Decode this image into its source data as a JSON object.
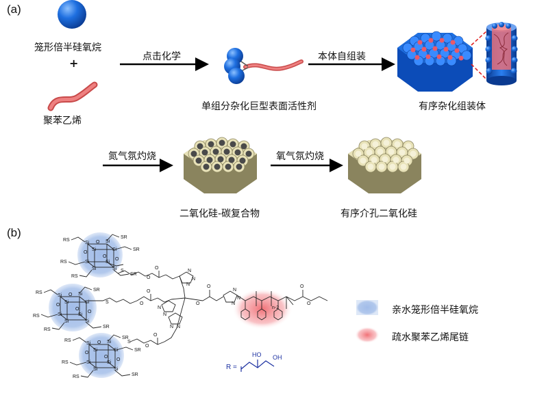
{
  "panel_a": {
    "label": "(a)",
    "poss_label": "笼形倍半硅氧烷",
    "plus": "+",
    "ps_label": "聚苯乙烯",
    "arrow1_label": "点击化学",
    "surfactant_label": "单组分杂化巨型表面活性剂",
    "arrow2_label": "本体自组装",
    "assembly_label": "有序杂化组装体",
    "arrow3_label": "氮气氛灼烧",
    "composite_label": "二氧化硅-碳复合物",
    "arrow4_label": "氧气氛灼烧",
    "mesoporous_label": "有序介孔二氧化硅"
  },
  "panel_b": {
    "label": "(b)",
    "legend": [
      {
        "label": "亲水笼形倍半硅氧烷",
        "color": "#8fb0e0"
      },
      {
        "label": "疏水聚苯乙烯尾链",
        "color": "#f07a80"
      }
    ],
    "r_def": "R =",
    "subscript": "n-2"
  },
  "colors": {
    "poss_blue": "#1e6fe0",
    "polystyrene_red": "#e06a6a",
    "silica_beige": "#e8e2b8",
    "pore_dark": "#4a4a4a",
    "chem_blue": "#1a2fa0"
  }
}
